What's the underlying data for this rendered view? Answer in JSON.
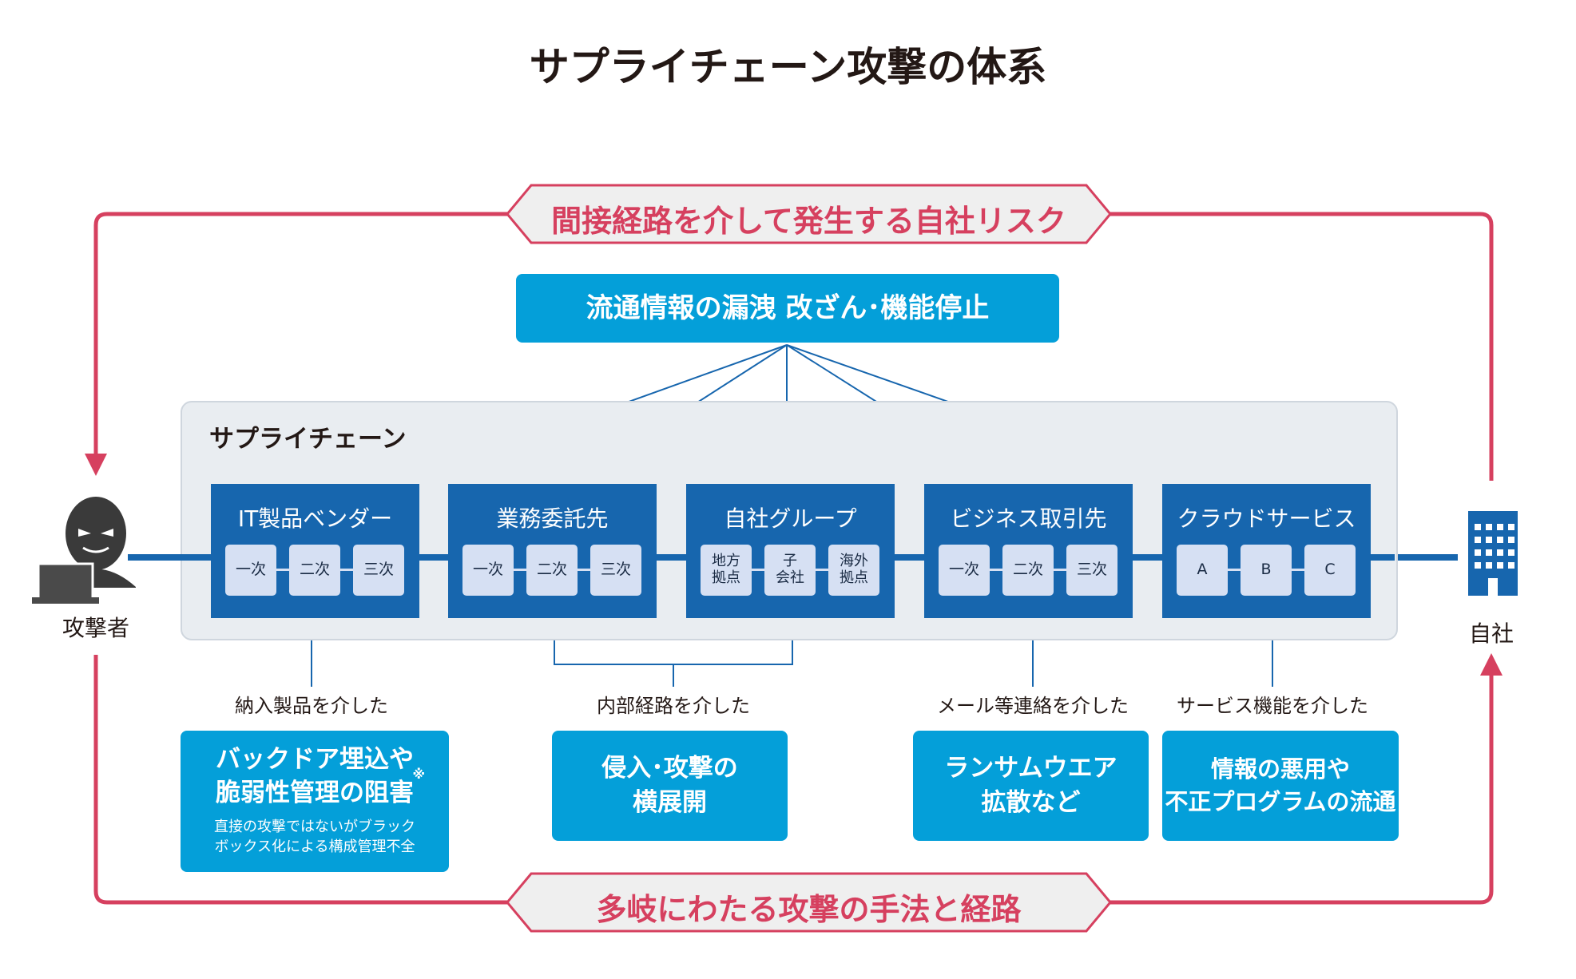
{
  "title": "サプライチェーン攻撃の体系",
  "top_banner": "間接経路を介して発生する自社リスク",
  "bottom_banner": "多岐にわたる攻撃の手法と経路",
  "risk_box": "流通情報の漏洩 改ざん･機能停止",
  "supply_chain_label": "サプライチェーン",
  "attacker": {
    "label": "攻撃者",
    "icon": "hacker-icon"
  },
  "company": {
    "label": "自社",
    "icon": "building-icon"
  },
  "colors": {
    "accent_red": "#d6405f",
    "group_blue": "#1766ae",
    "cyan": "#049fd9",
    "sub_box": "#d6e0f3"
  },
  "groups": [
    {
      "title": "IT製品ベンダー",
      "subs": [
        "一次",
        "二次",
        "三次"
      ]
    },
    {
      "title": "業務委託先",
      "subs": [
        "一次",
        "二次",
        "三次"
      ]
    },
    {
      "title": "自社グループ",
      "subs": [
        "地方\n拠点",
        "子\n会社",
        "海外\n拠点"
      ]
    },
    {
      "title": "ビジネス取引先",
      "subs": [
        "一次",
        "二次",
        "三次"
      ]
    },
    {
      "title": "クラウドサービス",
      "subs": [
        "A",
        "B",
        "C"
      ]
    }
  ],
  "paths": [
    {
      "via": "納入製品を介した",
      "impact": "バックドア埋込や\n脆弱性管理の阻害",
      "note_mark": "※",
      "note": "直接の攻撃ではないがブラック\nボックス化による構成管理不全"
    },
    {
      "via": "内部経路を介した",
      "impact": "侵入･攻撃の\n横展開"
    },
    {
      "via": "メール等連絡を介した",
      "impact": "ランサムウエア\n拡散など"
    },
    {
      "via": "サービス機能を介した",
      "impact": "情報の悪用や\n不正プログラムの流通"
    }
  ]
}
